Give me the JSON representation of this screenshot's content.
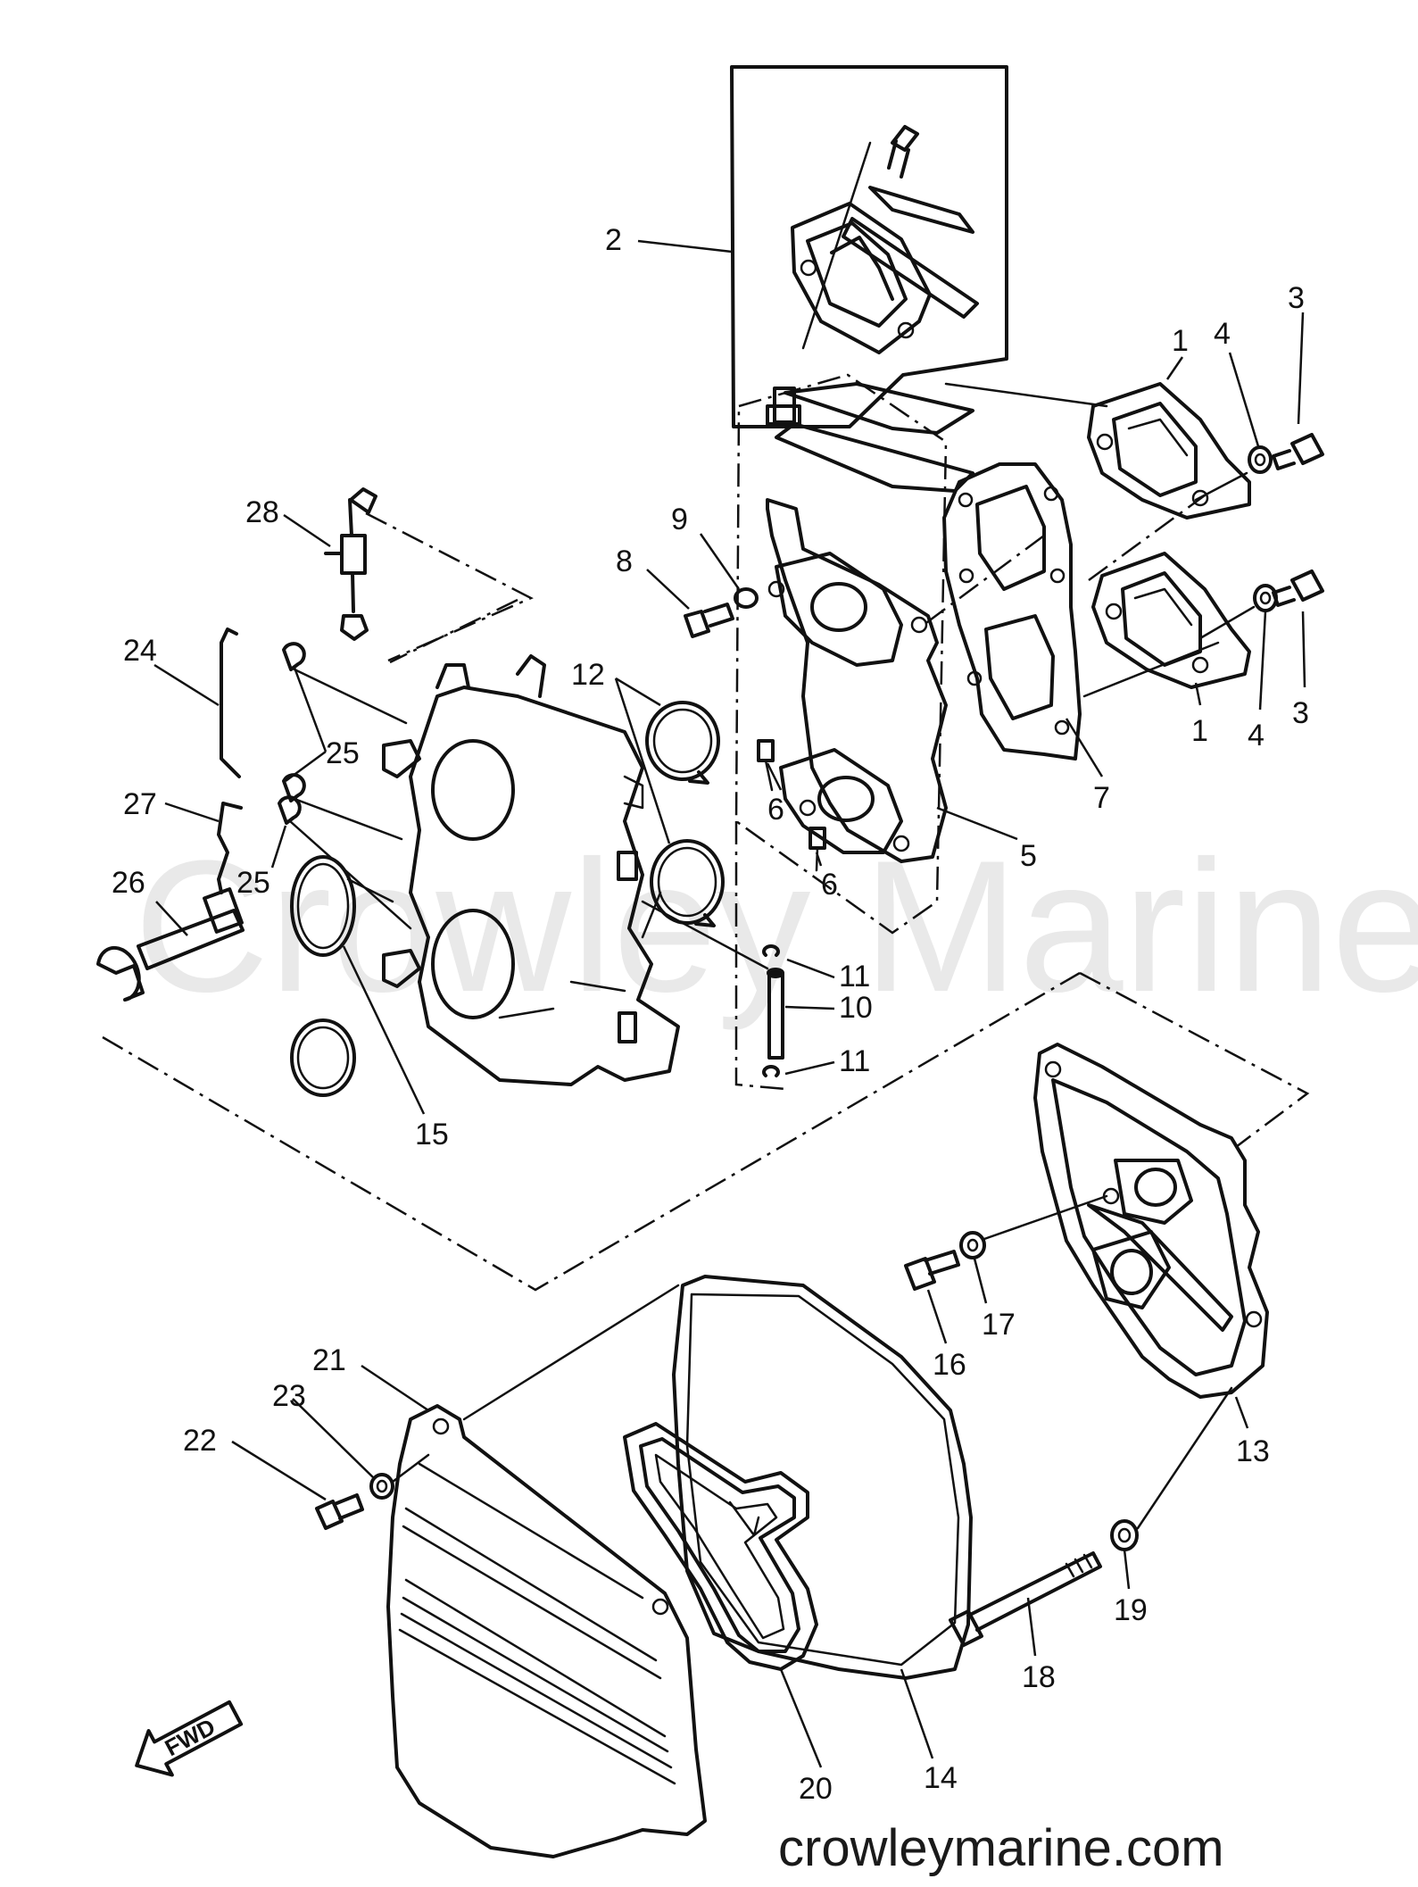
{
  "watermark": "Crowley Marine",
  "website": "crowleymarine.com",
  "direction_arrow": {
    "text": "FWD",
    "icon": "fwd-arrow-icon"
  },
  "callouts": [
    {
      "id": "c1a",
      "text": "1"
    },
    {
      "id": "c1b",
      "text": "1"
    },
    {
      "id": "c2",
      "text": "2"
    },
    {
      "id": "c3a",
      "text": "3"
    },
    {
      "id": "c3b",
      "text": "3"
    },
    {
      "id": "c4a",
      "text": "4"
    },
    {
      "id": "c4b",
      "text": "4"
    },
    {
      "id": "c5",
      "text": "5"
    },
    {
      "id": "c6a",
      "text": "6"
    },
    {
      "id": "c6b",
      "text": "6"
    },
    {
      "id": "c7",
      "text": "7"
    },
    {
      "id": "c8",
      "text": "8"
    },
    {
      "id": "c9",
      "text": "9"
    },
    {
      "id": "c10",
      "text": "10"
    },
    {
      "id": "c11a",
      "text": "11"
    },
    {
      "id": "c11b",
      "text": "11"
    },
    {
      "id": "c12",
      "text": "12"
    },
    {
      "id": "c13",
      "text": "13"
    },
    {
      "id": "c14",
      "text": "14"
    },
    {
      "id": "c15",
      "text": "15"
    },
    {
      "id": "c16",
      "text": "16"
    },
    {
      "id": "c17",
      "text": "17"
    },
    {
      "id": "c18",
      "text": "18"
    },
    {
      "id": "c19",
      "text": "19"
    },
    {
      "id": "c20",
      "text": "20"
    },
    {
      "id": "c21",
      "text": "21"
    },
    {
      "id": "c22",
      "text": "22"
    },
    {
      "id": "c23",
      "text": "23"
    },
    {
      "id": "c24",
      "text": "24"
    },
    {
      "id": "c25a",
      "text": "25"
    },
    {
      "id": "c25b",
      "text": "25"
    },
    {
      "id": "c26",
      "text": "26"
    },
    {
      "id": "c27",
      "text": "27"
    },
    {
      "id": "c28",
      "text": "28"
    }
  ]
}
